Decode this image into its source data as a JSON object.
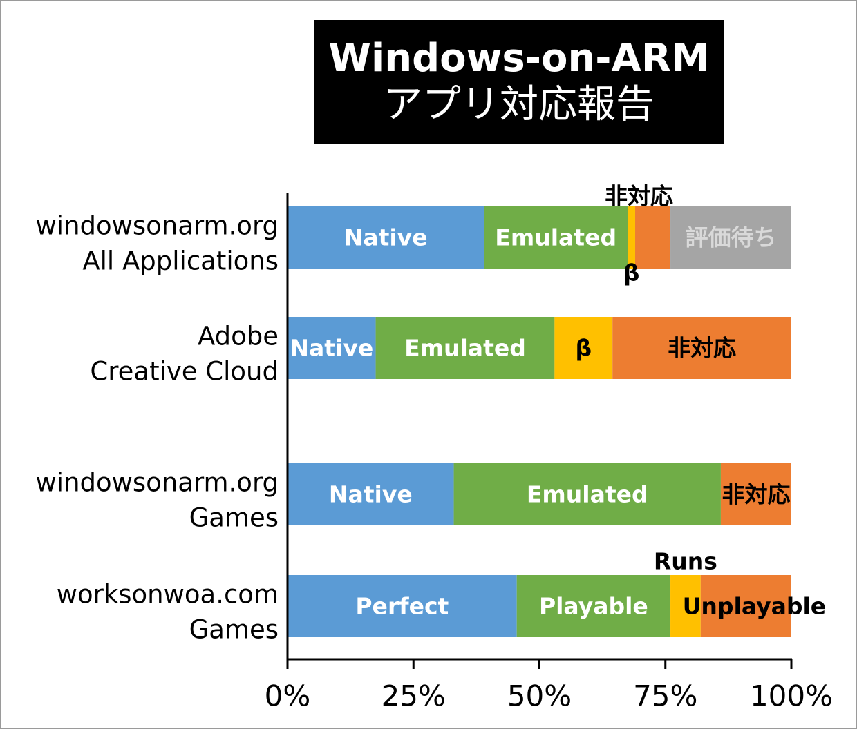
{
  "title": {
    "line1": "Windows-on-ARM",
    "line2": "アプリ対応報告"
  },
  "chart_data": {
    "type": "bar",
    "orientation": "horizontal",
    "stacked": true,
    "xlim": [
      0,
      100
    ],
    "x_unit": "%",
    "x_ticks": [
      "0%",
      "25%",
      "50%",
      "75%",
      "100%"
    ],
    "grid": false,
    "legend": "none",
    "colors": {
      "blue": "#5b9bd5",
      "green": "#70ad47",
      "yellow": "#ffc000",
      "orange": "#ed7d31",
      "gray": "#a5a5a5",
      "axis": "#000000",
      "label_light": "#ffffff",
      "label_dark": "#000000"
    },
    "rows": [
      {
        "category_lines": [
          "windowsonarm.org",
          "All Applications"
        ],
        "segments": [
          {
            "label": "Native",
            "value": 39.0,
            "color": "#5b9bd5"
          },
          {
            "label": "Emulated",
            "value": 28.5,
            "color": "#70ad47"
          },
          {
            "label": "β",
            "value": 1.5,
            "color": "#ffc000"
          },
          {
            "label": "非対応",
            "value": 7.0,
            "color": "#ed7d31"
          },
          {
            "label": "評価待ち",
            "value": 24.0,
            "color": "#a5a5a5"
          }
        ]
      },
      {
        "category_lines": [
          "Adobe",
          "Creative Cloud"
        ],
        "segments": [
          {
            "label": "Native",
            "value": 17.5,
            "color": "#5b9bd5"
          },
          {
            "label": "Emulated",
            "value": 35.5,
            "color": "#70ad47"
          },
          {
            "label": "β",
            "value": 11.5,
            "color": "#ffc000"
          },
          {
            "label": "非対応",
            "value": 35.5,
            "color": "#ed7d31"
          }
        ]
      },
      {
        "category_lines": [
          "windowsonarm.org",
          "Games"
        ],
        "segments": [
          {
            "label": "Native",
            "value": 33.0,
            "color": "#5b9bd5"
          },
          {
            "label": "Emulated",
            "value": 53.0,
            "color": "#70ad47"
          },
          {
            "label": "非対応",
            "value": 14.0,
            "color": "#ed7d31"
          }
        ]
      },
      {
        "category_lines": [
          "worksonwoa.com",
          "Games"
        ],
        "segments": [
          {
            "label": "Perfect",
            "value": 45.5,
            "color": "#5b9bd5"
          },
          {
            "label": "Playable",
            "value": 30.5,
            "color": "#70ad47"
          },
          {
            "label": "Runs",
            "value": 6.0,
            "color": "#ffc000"
          },
          {
            "label": "Unplayable",
            "value": 18.0,
            "color": "#ed7d31"
          }
        ]
      }
    ]
  }
}
